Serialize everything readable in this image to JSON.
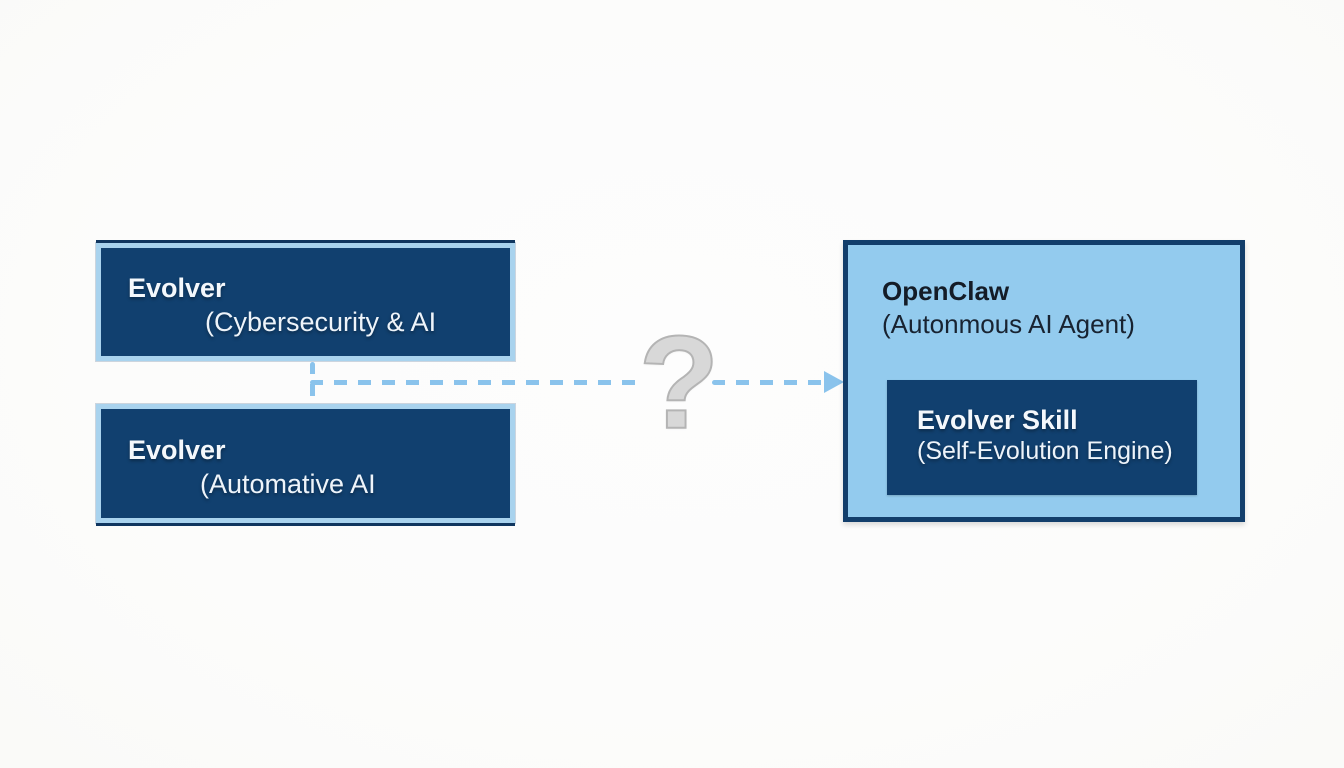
{
  "diagram": {
    "boxes": {
      "evolver_cyber": {
        "title": "Evolver",
        "subtitle": "(Cybersecurity & AI"
      },
      "evolver_auto": {
        "title": "Evolver",
        "subtitle": "(Automative AI"
      },
      "openclaw": {
        "title": "OpenClaw",
        "subtitle": "(Autonmous AI Agent)"
      },
      "evolver_skill": {
        "title": "Evolver Skill",
        "subtitle": "(Self-Evolution Engine)"
      }
    },
    "connector": {
      "question_mark": "?"
    },
    "colors": {
      "navy_fill": "#11406f",
      "light_blue_fill": "#93cbee",
      "light_blue_border": "#a9d3ee",
      "navy_border": "#123e6b",
      "dash_blue": "#8ac3ec",
      "question_gray": "#d8d8d8",
      "background": "#fcfcfb"
    }
  }
}
